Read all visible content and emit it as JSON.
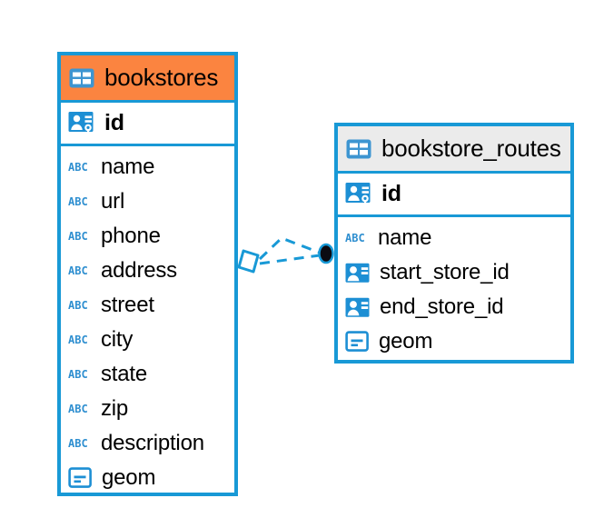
{
  "diagram": {
    "type": "entity-relationship-diagram",
    "background": "#ffffff",
    "accent_blue": "#1899d6",
    "accent_orange": "#fb8440",
    "header_gray": "#ebebeb",
    "relationship": {
      "from_table": "bookstores",
      "to_table": "bookstore_routes",
      "line_style": "dashed",
      "line_color": "#1899d6",
      "source_marker": "diamond",
      "target_marker": "filled-circle",
      "target_marker_color": "#000000"
    }
  },
  "tables": [
    {
      "name": "bookstores",
      "header_color": "#fb8440",
      "icon": "table-icon",
      "primary_key": {
        "label": "id",
        "icon": "primary-key-icon"
      },
      "fields": [
        {
          "label": "name",
          "icon": "abc-icon"
        },
        {
          "label": "url",
          "icon": "abc-icon"
        },
        {
          "label": "phone",
          "icon": "abc-icon"
        },
        {
          "label": "address",
          "icon": "abc-icon"
        },
        {
          "label": "street",
          "icon": "abc-icon"
        },
        {
          "label": "city",
          "icon": "abc-icon"
        },
        {
          "label": "state",
          "icon": "abc-icon"
        },
        {
          "label": "zip",
          "icon": "abc-icon"
        },
        {
          "label": "description",
          "icon": "abc-icon"
        },
        {
          "label": "geom",
          "icon": "geometry-icon"
        }
      ]
    },
    {
      "name": "bookstore_routes",
      "header_color": "#ebebeb",
      "icon": "table-icon",
      "primary_key": {
        "label": "id",
        "icon": "primary-key-icon"
      },
      "fields": [
        {
          "label": "name",
          "icon": "abc-icon"
        },
        {
          "label": "start_store_id",
          "icon": "foreign-key-icon"
        },
        {
          "label": "end_store_id",
          "icon": "foreign-key-icon"
        },
        {
          "label": "geom",
          "icon": "geometry-icon"
        }
      ]
    }
  ]
}
